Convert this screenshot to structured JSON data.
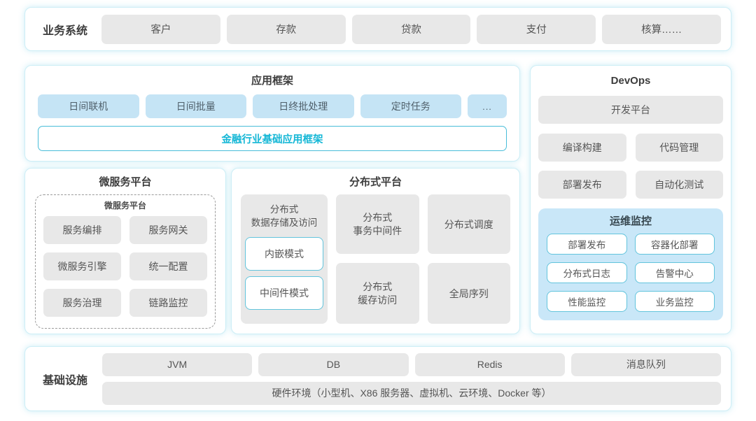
{
  "business": {
    "label": "业务系统",
    "items": [
      "客户",
      "存款",
      "贷款",
      "支付",
      "核算……"
    ]
  },
  "app_framework": {
    "title": "应用框架",
    "modules": [
      "日间联机",
      "日间批量",
      "日终批处理",
      "定时任务",
      "..."
    ],
    "base": "金融行业基础应用框架"
  },
  "devops": {
    "title": "DevOps",
    "platform": "开发平台",
    "tools": [
      "编译构建",
      "代码管理",
      "部署发布",
      "自动化测试"
    ],
    "ops": {
      "title": "运维监控",
      "items": [
        "部署发布",
        "容器化部署",
        "分布式日志",
        "告警中心",
        "性能监控",
        "业务监控"
      ]
    }
  },
  "microservice": {
    "title": "微服务平台",
    "inner_title": "微服务平台",
    "items": [
      "服务编排",
      "服务网关",
      "微服务引擎",
      "统一配置",
      "服务治理",
      "链路监控"
    ]
  },
  "distributed": {
    "title": "分布式平台",
    "storage": {
      "title": "分布式\n数据存储及访问",
      "modes": [
        "内嵌模式",
        "中间件模式"
      ]
    },
    "cells": [
      "分布式\n事务中间件",
      "分布式\n缓存访问",
      "分布式调度",
      "全局序列"
    ]
  },
  "infrastructure": {
    "label": "基础设施",
    "items": [
      "JVM",
      "DB",
      "Redis",
      "消息队列"
    ],
    "hardware": "硬件环境（小型机、X86 服务器、虚拟机、云环境、Docker 等）"
  },
  "palette": {
    "accent_cyan": "#49bdd9",
    "teal_text": "#14b7d6",
    "blue_box": "#c5e4f5",
    "ops_panel": "#c9e7f8",
    "gray_box": "#e8e8e8",
    "section_border": "#cdeef6"
  }
}
